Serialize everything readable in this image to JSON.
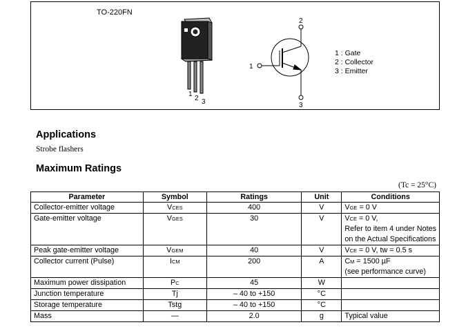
{
  "package": {
    "name": "TO-220FN",
    "pin_numbers": [
      "1",
      "2",
      "3"
    ],
    "symbol_pins": {
      "gate": "1",
      "collector": "2",
      "emitter": "3"
    },
    "legend": [
      "1 : Gate",
      "2 : Collector",
      "3 : Emitter"
    ]
  },
  "applications": {
    "heading": "Applications",
    "text": "Strobe flashers"
  },
  "max_ratings": {
    "heading": "Maximum Ratings",
    "condition_note": "(Tc = 25°C)",
    "columns": [
      "Parameter",
      "Symbol",
      "Ratings",
      "Unit",
      "Conditions"
    ],
    "rows": [
      {
        "parameter": "Collector-emitter voltage",
        "sym": "V",
        "sub": "CES",
        "rating": "400",
        "unit": "V",
        "conditions": [
          {
            "pre": "V",
            "sub": "GE",
            "post": " = 0 V"
          }
        ]
      },
      {
        "parameter": "Gate-emitter voltage",
        "sym": "V",
        "sub": "GES",
        "rating": "30",
        "unit": "V",
        "conditions": [
          {
            "pre": "V",
            "sub": "CE",
            "post": " = 0 V,"
          },
          {
            "pre": "Refer to item 4 under Notes",
            "sub": "",
            "post": ""
          },
          {
            "pre": "on the Actual Specifications",
            "sub": "",
            "post": ""
          }
        ]
      },
      {
        "parameter": "Peak gate-emitter voltage",
        "sym": "V",
        "sub": "GEM",
        "rating": "40",
        "unit": "V",
        "conditions": [
          {
            "pre": "V",
            "sub": "CE",
            "post": " = 0 V, tw = 0.5 s"
          }
        ]
      },
      {
        "parameter": "Collector current (Pulse)",
        "sym": "I",
        "sub": "CM",
        "rating": "200",
        "unit": "A",
        "conditions": [
          {
            "pre": "C",
            "sub": "M",
            "post": " = 1500 µF"
          },
          {
            "pre": "(see performance curve)",
            "sub": "",
            "post": ""
          }
        ]
      },
      {
        "parameter": "Maximum power dissipation",
        "sym": "P",
        "sub": "C",
        "rating": "45",
        "unit": "W",
        "conditions": []
      },
      {
        "parameter": "Junction temperature",
        "sym": "Tj",
        "sub": "",
        "rating": "– 40 to +150",
        "unit": "°C",
        "conditions": []
      },
      {
        "parameter": "Storage temperature",
        "sym": "Tstg",
        "sub": "",
        "rating": "– 40 to +150",
        "unit": "°C",
        "conditions": []
      },
      {
        "parameter": "Mass",
        "sym": "—",
        "sub": "",
        "rating": "2.0",
        "unit": "g",
        "conditions": [
          {
            "pre": "Typical value",
            "sub": "",
            "post": ""
          }
        ]
      }
    ]
  }
}
